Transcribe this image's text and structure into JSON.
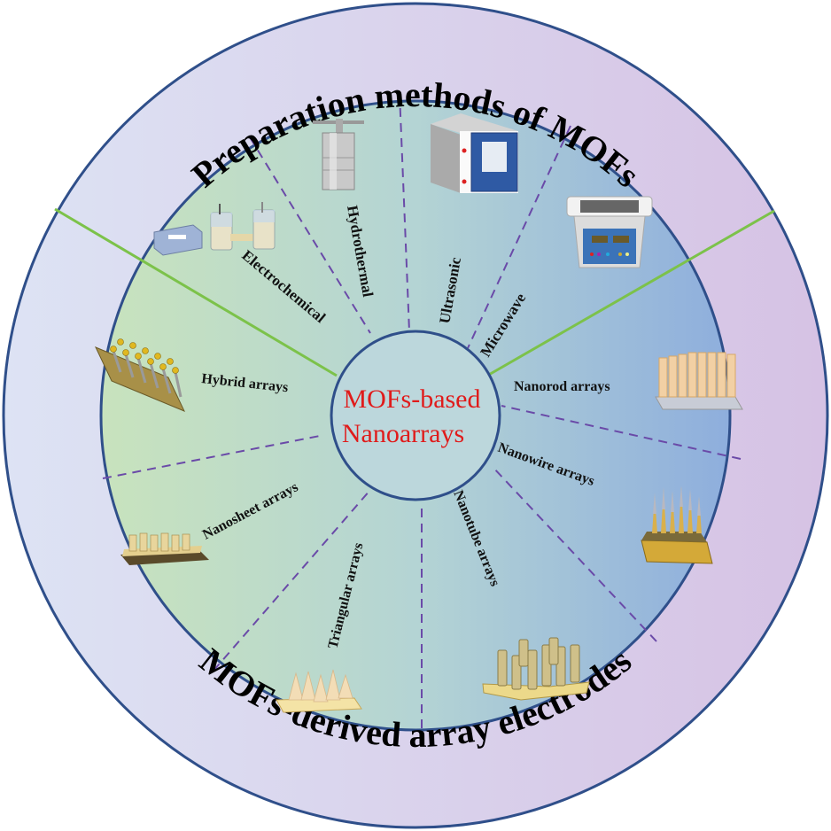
{
  "title_top": "Preparation methods of MOFs",
  "title_bottom": "MOFs-derived array electrodes",
  "center": {
    "line1": "MOFs-based",
    "line2": "Nanoarrays"
  },
  "preparation_methods": [
    {
      "label": "Electrochemical",
      "icon": "electrochemical-cell-icon"
    },
    {
      "label": "Hydrothermal",
      "icon": "autoclave-icon"
    },
    {
      "label": "Ultrasonic",
      "icon": "oven-icon"
    },
    {
      "label": "Microwave",
      "icon": "ultrasonic-bath-icon"
    }
  ],
  "array_types": [
    {
      "label": "Nanorod arrays",
      "icon": "nanorod-array-icon"
    },
    {
      "label": "Nanowire arrays",
      "icon": "nanowire-array-icon"
    },
    {
      "label": "Nanotube arrays",
      "icon": "nanotube-array-icon"
    },
    {
      "label": "Triangular arrays",
      "icon": "triangular-array-icon"
    },
    {
      "label": "Nanosheet arrays",
      "icon": "nanosheet-array-icon"
    },
    {
      "label": "Hybrid arrays",
      "icon": "hybrid-array-icon"
    }
  ],
  "colors": {
    "ring_outline": "#2f4f8a",
    "divider_solid": "#7cc24a",
    "divider_dashed": "#6a4aa8",
    "center_text": "#e01b1b",
    "outer_ring_left": "#d8dff2",
    "outer_ring_right": "#d9c4e6",
    "inner_left": "#c4e0bc",
    "inner_right": "#8fb0dc"
  }
}
